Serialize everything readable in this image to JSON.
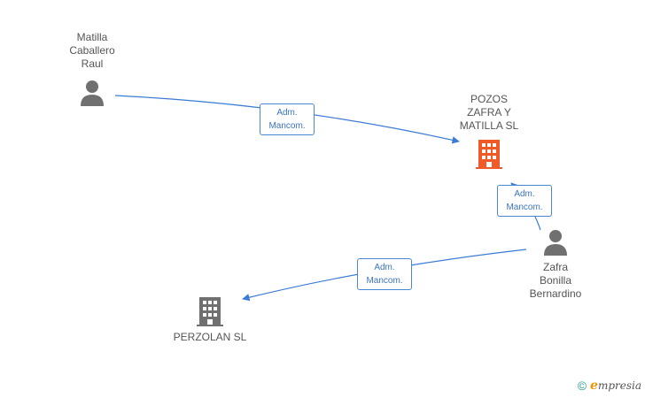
{
  "diagram": {
    "nodes": [
      {
        "id": "matilla",
        "kind": "person",
        "label": "Matilla\nCaballero\nRaul",
        "color": "#707070"
      },
      {
        "id": "pozos",
        "kind": "company",
        "label": "POZOS\nZAFRA Y\nMATILLA SL",
        "color": "#f05a28"
      },
      {
        "id": "zafra",
        "kind": "person",
        "label": "Zafra\nBonilla\nBernardino",
        "color": "#707070"
      },
      {
        "id": "perzolan",
        "kind": "company",
        "label": "PERZOLAN SL",
        "color": "#707070"
      }
    ],
    "edges": [
      {
        "from": "matilla",
        "to": "pozos",
        "label": "Adm.\nMancom."
      },
      {
        "from": "zafra",
        "to": "pozos",
        "label": "Adm.\nMancom."
      },
      {
        "from": "zafra",
        "to": "perzolan",
        "label": "Adm.\nMancom."
      }
    ],
    "edge_color": "#3a7bd5"
  },
  "watermark": {
    "copyright_symbol": "©",
    "brand_initial": "e",
    "brand_rest": "mpresia"
  }
}
